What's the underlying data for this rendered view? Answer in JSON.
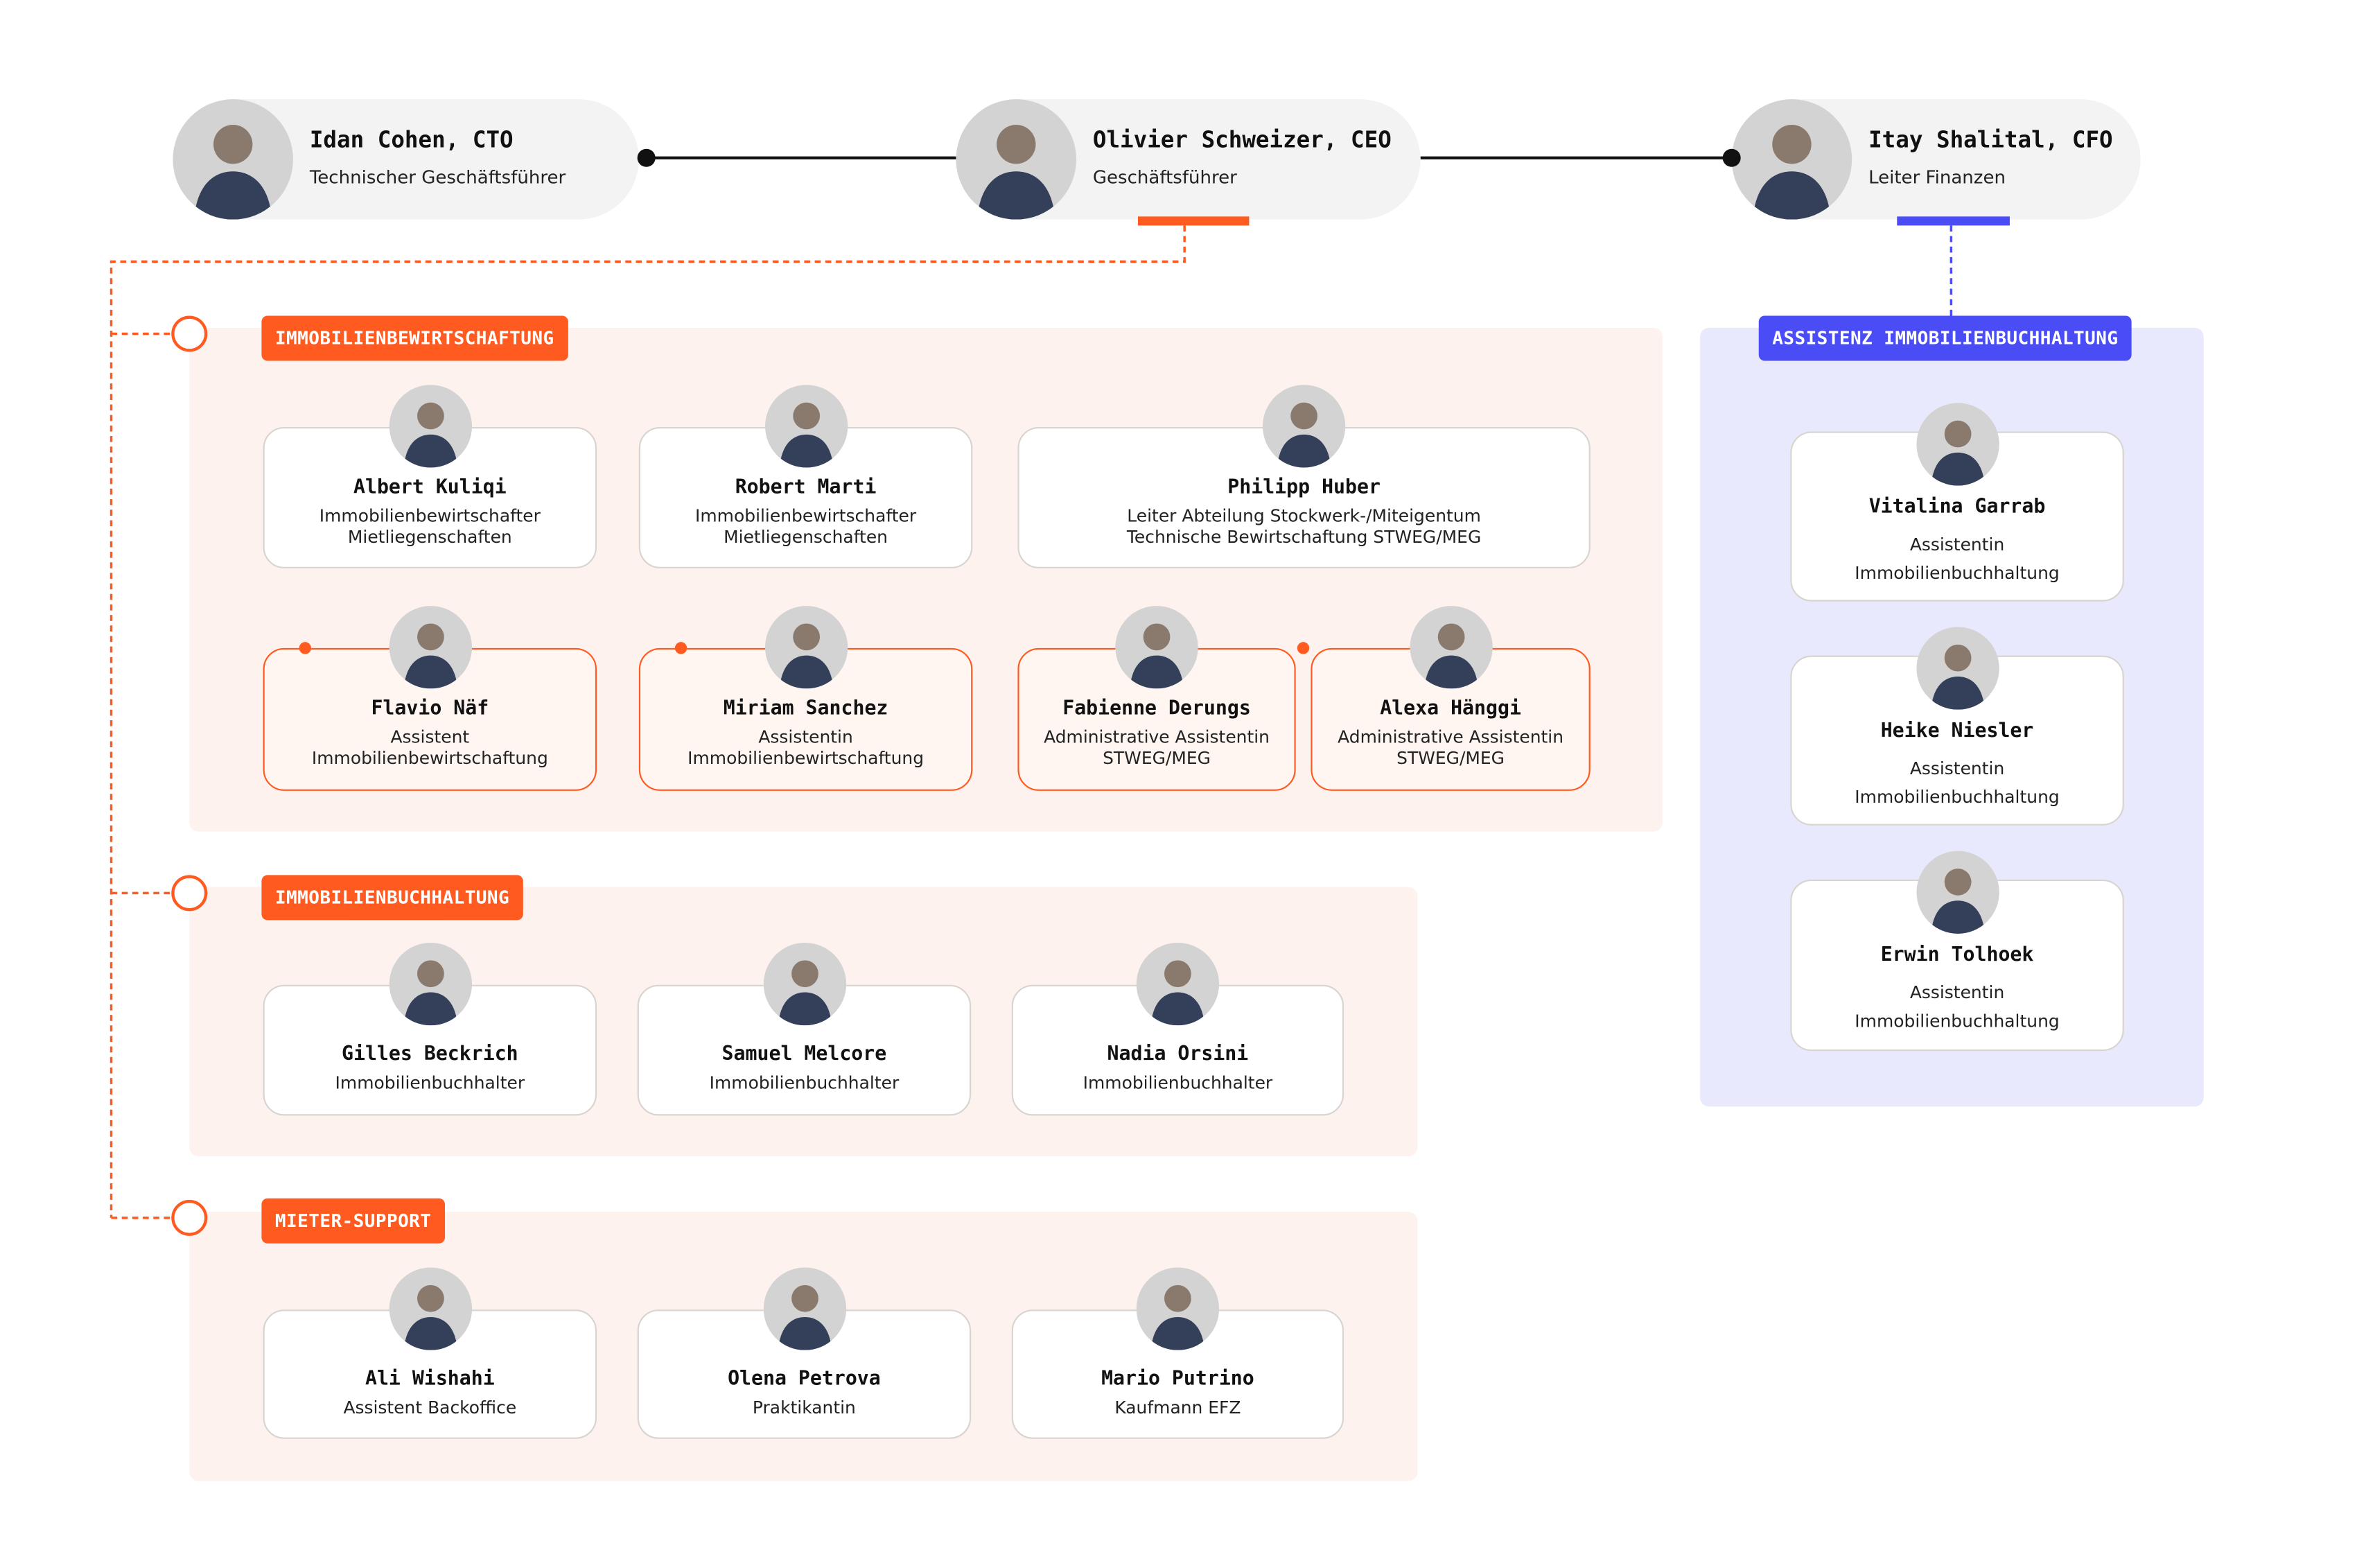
{
  "colors": {
    "accent": "#ff5a1f",
    "finance": "#4a4cf6",
    "section_bg": "#fdf2ee",
    "finance_bg": "#e9e9fd"
  },
  "executives": [
    {
      "name": "Idan Cohen, CTO",
      "role": "Technischer Geschäftsführer"
    },
    {
      "name": "Olivier Schweizer, CEO",
      "role": "Geschäftsführer"
    },
    {
      "name": "Itay Shalital, CFO",
      "role": "Leiter Finanzen"
    }
  ],
  "sections": [
    {
      "title": "IMMOBILIENBEWIRTSCHAFTUNG",
      "members": [
        {
          "name": "Albert Kuliqi",
          "roles": [
            "Immobilienbewirtschafter",
            "Mietliegenschaften"
          ]
        },
        {
          "name": "Robert Marti",
          "roles": [
            "Immobilienbewirtschafter",
            "Mietliegenschaften"
          ]
        },
        {
          "name": "Philipp Huber",
          "roles": [
            "Leiter Abteilung Stockwerk-/Miteigentum",
            "Technische Bewirtschaftung STWEG/MEG"
          ]
        },
        {
          "name": "Flavio Näf",
          "roles": [
            "Assistent",
            "Immobilienbewirtschaftung"
          ]
        },
        {
          "name": "Miriam Sanchez",
          "roles": [
            "Assistentin",
            "Immobilienbewirtschaftung"
          ]
        },
        {
          "name": "Fabienne Derungs",
          "roles": [
            "Administrative Assistentin",
            "STWEG/MEG"
          ]
        },
        {
          "name": "Alexa Hänggi",
          "roles": [
            "Administrative Assistentin",
            "STWEG/MEG"
          ]
        }
      ]
    },
    {
      "title": "IMMOBILIENBUCHHALTUNG",
      "members": [
        {
          "name": "Gilles Beckrich",
          "roles": [
            "Immobilienbuchhalter"
          ]
        },
        {
          "name": "Samuel Melcore",
          "roles": [
            "Immobilienbuchhalter"
          ]
        },
        {
          "name": "Nadia Orsini",
          "roles": [
            "Immobilienbuchhalter"
          ]
        }
      ]
    },
    {
      "title": "MIETER-SUPPORT",
      "members": [
        {
          "name": "Ali Wishahi",
          "roles": [
            "Assistent Backoffice"
          ]
        },
        {
          "name": "Olena Petrova",
          "roles": [
            "Praktikantin"
          ]
        },
        {
          "name": "Mario Putrino",
          "roles": [
            "Kaufmann EFZ"
          ]
        }
      ]
    },
    {
      "title": "ASSISTENZ IMMOBILIENBUCHHALTUNG",
      "members": [
        {
          "name": "Vitalina Garrab",
          "roles": [
            "Assistentin",
            "Immobilienbuchhaltung"
          ]
        },
        {
          "name": "Heike Niesler",
          "roles": [
            "Assistentin",
            "Immobilienbuchhaltung"
          ]
        },
        {
          "name": "Erwin Tolhoek",
          "roles": [
            "Assistentin",
            "Immobilienbuchhaltung"
          ]
        }
      ]
    }
  ]
}
